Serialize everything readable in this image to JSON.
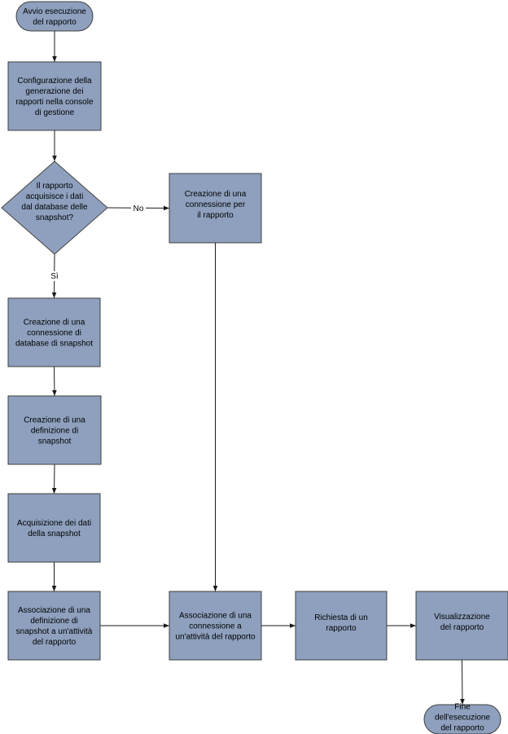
{
  "diagram": {
    "type": "flowchart",
    "nodes": [
      {
        "id": "start",
        "shape": "terminator",
        "lines": [
          "Avvio esecuzione",
          "del rapporto"
        ]
      },
      {
        "id": "config",
        "shape": "process",
        "lines": [
          "Configurazione della",
          "generazione dei",
          "rapporti nella console",
          "di gestione"
        ]
      },
      {
        "id": "decision",
        "shape": "decision",
        "lines": [
          "Il rapporto",
          "acquisisce i dati",
          "dal database delle",
          "snapshot?"
        ]
      },
      {
        "id": "conn_report",
        "shape": "process",
        "lines": [
          "Creazione di una",
          "connessione per",
          "il rapporto"
        ]
      },
      {
        "id": "conn_snap_db",
        "shape": "process",
        "lines": [
          "Creazione di una",
          "connessione di",
          "database di snapshot"
        ]
      },
      {
        "id": "snap_def",
        "shape": "process",
        "lines": [
          "Creazione di una",
          "definizione di",
          "snapshot"
        ]
      },
      {
        "id": "snap_acq",
        "shape": "process",
        "lines": [
          "Acquisizione dei dati",
          "della snapshot"
        ]
      },
      {
        "id": "assoc_def",
        "shape": "process",
        "lines": [
          "Associazione di una",
          "definizione di",
          "snapshot a un'attività",
          "del rapporto"
        ]
      },
      {
        "id": "assoc_conn",
        "shape": "process",
        "lines": [
          "Associazione di una",
          "connessione a",
          "un'attività del rapporto"
        ]
      },
      {
        "id": "request",
        "shape": "process",
        "lines": [
          "Richiesta di un",
          "rapporto"
        ]
      },
      {
        "id": "view",
        "shape": "process",
        "lines": [
          "Visualizzazione",
          "del rapporto"
        ]
      },
      {
        "id": "end",
        "shape": "terminator",
        "lines": [
          "Fine",
          "dell'esecuzione",
          "del rapporto"
        ]
      }
    ],
    "edges": [
      {
        "from": "start",
        "to": "config",
        "label": ""
      },
      {
        "from": "config",
        "to": "decision",
        "label": ""
      },
      {
        "from": "decision",
        "to": "conn_report",
        "label": "No"
      },
      {
        "from": "decision",
        "to": "conn_snap_db",
        "label": "Sì"
      },
      {
        "from": "conn_snap_db",
        "to": "snap_def",
        "label": ""
      },
      {
        "from": "snap_def",
        "to": "snap_acq",
        "label": ""
      },
      {
        "from": "snap_acq",
        "to": "assoc_def",
        "label": ""
      },
      {
        "from": "conn_report",
        "to": "assoc_conn",
        "label": ""
      },
      {
        "from": "assoc_def",
        "to": "assoc_conn",
        "label": ""
      },
      {
        "from": "assoc_conn",
        "to": "request",
        "label": ""
      },
      {
        "from": "request",
        "to": "view",
        "label": ""
      },
      {
        "from": "view",
        "to": "end",
        "label": ""
      }
    ],
    "colors": {
      "fill": "#8ea0be",
      "stroke": "#3f3f3f",
      "edge": "#1a1a1a"
    }
  }
}
